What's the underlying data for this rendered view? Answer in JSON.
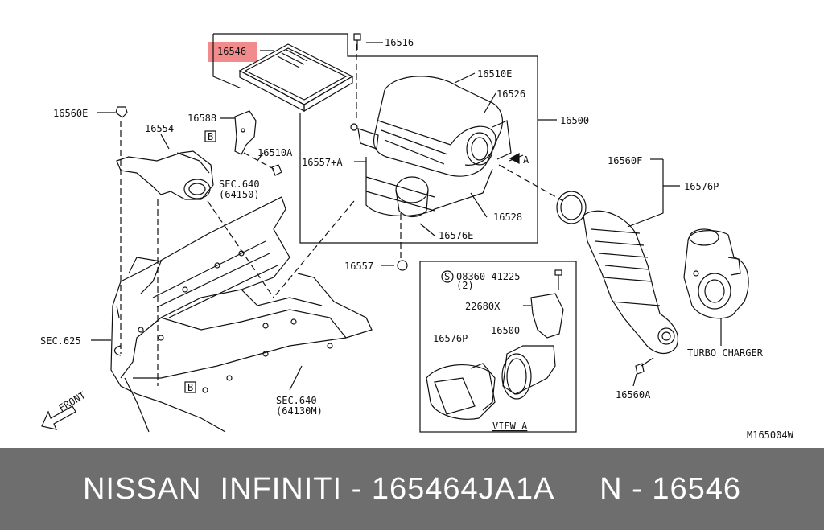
{
  "parts": {
    "p16546": "16546",
    "p16516": "16516",
    "p16510E": "16510E",
    "p16526": "16526",
    "p16500": "16500",
    "p16560E": "16560E",
    "p16588": "16588",
    "p16554": "16554",
    "p16510A": "16510A",
    "p16557A": "16557+A",
    "sec640a": "SEC.640",
    "sec640a_sub": "(64150)",
    "p16528": "16528",
    "p16576E": "16576E",
    "p16560F": "16560F",
    "p16576P": "16576P",
    "p16557": "16557",
    "bolt": "08360-41225",
    "bolt_qty": "(2)",
    "p22680X": "22680X",
    "p16576P_view": "16576P",
    "p16500_view": "16500",
    "sec625": "SEC.625",
    "turbo": "TURBO CHARGER",
    "p16560A": "16560A",
    "sec640b": "SEC.640",
    "sec640b_sub": "(64130M)",
    "view_a": "VIEW A",
    "front": "FRONT",
    "ref_a": "A",
    "ref_b": "B",
    "circle_s": "S"
  },
  "diagram_code": "M165004W",
  "highlight_color": "#f28b8b",
  "footer": {
    "text": "NISSAN  INFINITI - 165464JA1A     N - 16546"
  }
}
